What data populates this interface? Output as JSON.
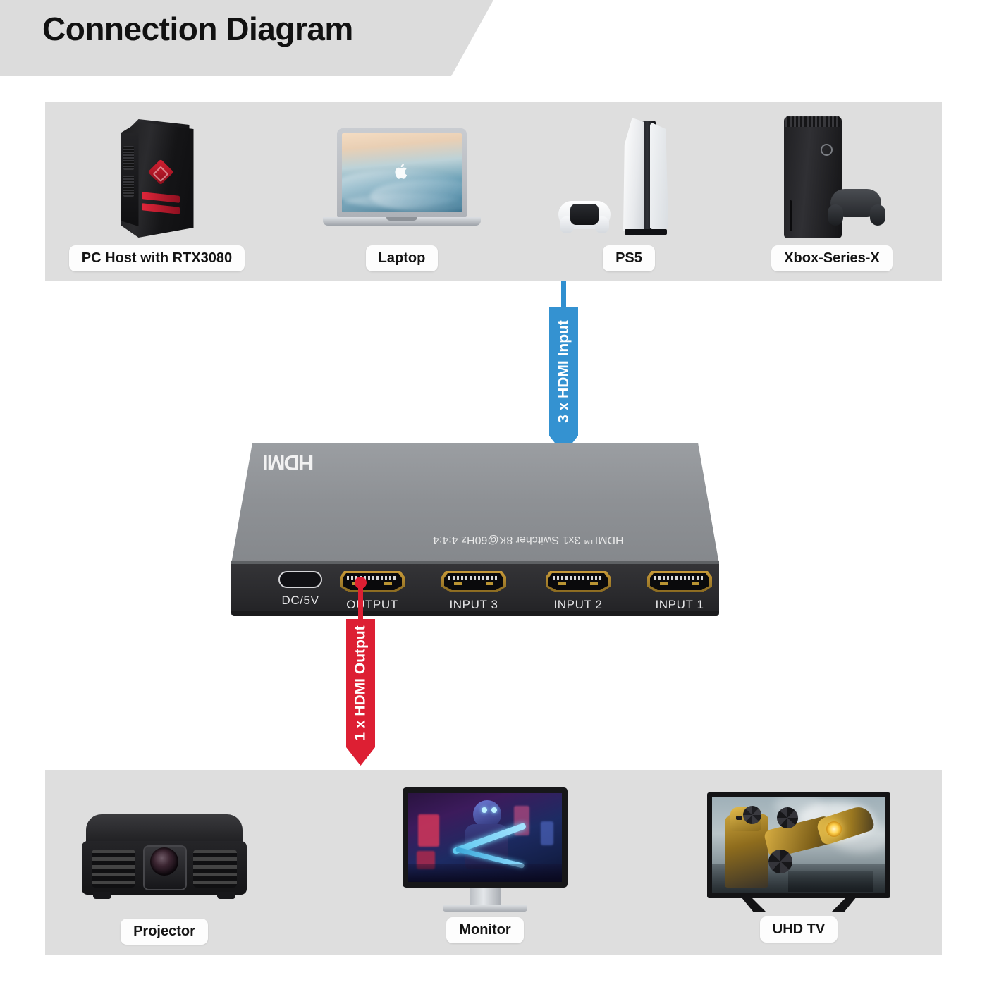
{
  "page": {
    "title": "Connection Diagram"
  },
  "sources": {
    "panel_name": "source-devices-panel",
    "items": [
      {
        "label": "PC Host with RTX3080",
        "icon": "desktop-pc-icon"
      },
      {
        "label": "Laptop",
        "icon": "laptop-icon"
      },
      {
        "label": "PS5",
        "icon": "playstation5-console-icon"
      },
      {
        "label": "Xbox-Series-X",
        "icon": "xbox-series-x-console-icon"
      }
    ]
  },
  "displays": {
    "panel_name": "display-devices-panel",
    "items": [
      {
        "label": "Projector",
        "icon": "projector-icon"
      },
      {
        "label": "Monitor",
        "icon": "monitor-icon"
      },
      {
        "label": "UHD TV",
        "icon": "television-icon"
      }
    ]
  },
  "switcher": {
    "brand_logo": "HDMI",
    "model_text": "HDMI™ 3x1 Switcher 8K@60Hz 4:4:4",
    "ports": [
      {
        "name": "power-port",
        "label": "DC/5V",
        "type": "usb-c"
      },
      {
        "name": "hdmi-output-port",
        "label": "OUTPUT",
        "type": "hdmi"
      },
      {
        "name": "hdmi-input-3-port",
        "label": "INPUT 3",
        "type": "hdmi"
      },
      {
        "name": "hdmi-input-2-port",
        "label": "INPUT 2",
        "type": "hdmi"
      },
      {
        "name": "hdmi-input-1-port",
        "label": "INPUT 1",
        "type": "hdmi"
      }
    ]
  },
  "connections": {
    "input": {
      "label": "3 x HDMI Input",
      "color": "#3492d1",
      "direction": "down"
    },
    "output": {
      "label": "1 x HDMI Output",
      "color": "#dd1f33",
      "direction": "down"
    }
  },
  "colors": {
    "background": "#ffffff",
    "panel": "#dedede",
    "banner": "#dcdcdc",
    "input_blue": "#3492d1",
    "output_red": "#dd1f33",
    "device_top": "#8e9195",
    "device_front": "#2a2a2d",
    "port_gold": "#c79a38"
  }
}
